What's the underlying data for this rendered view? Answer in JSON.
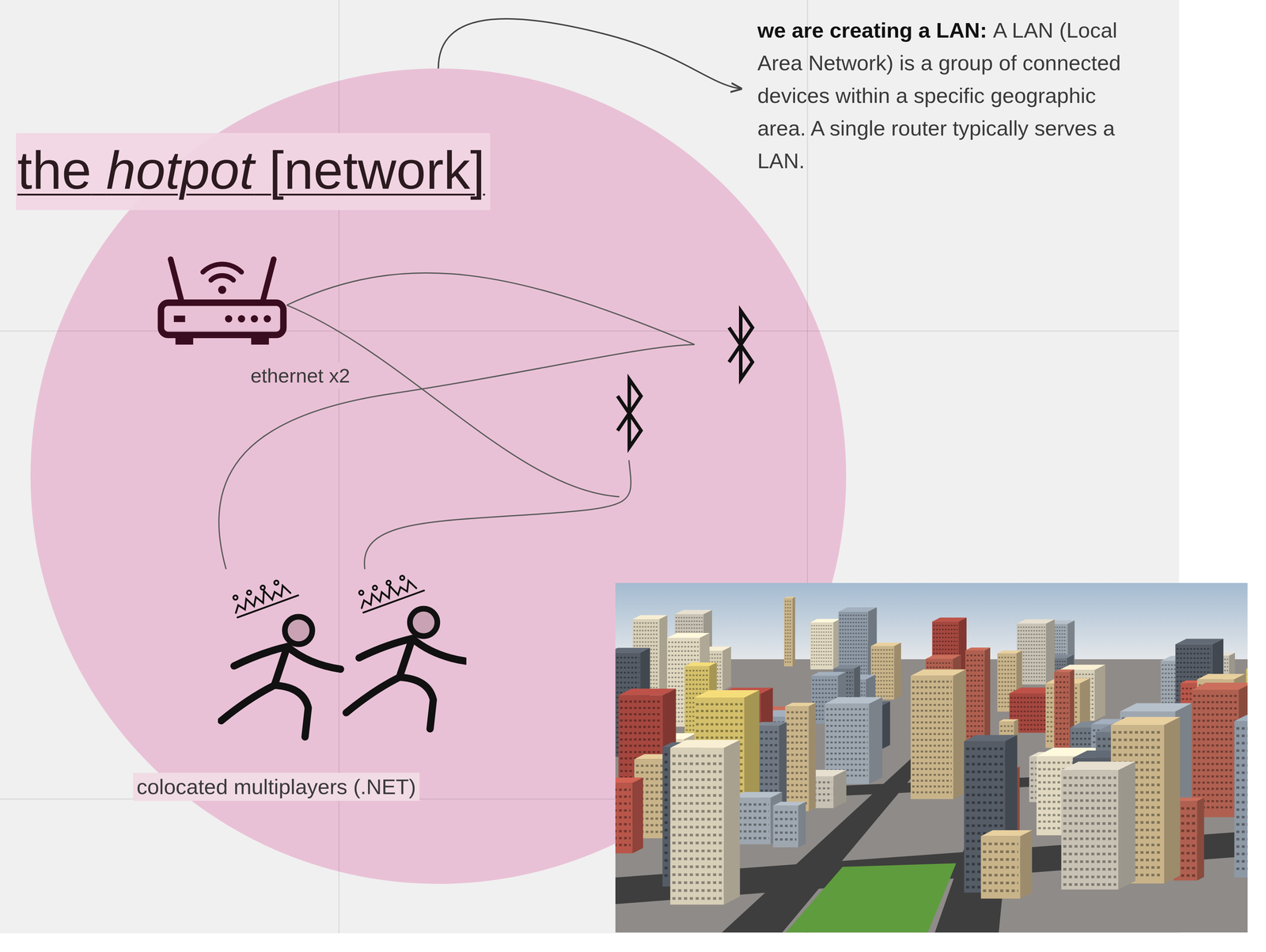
{
  "diagram": {
    "title": "the hotpot [network]",
    "nodes": [
      {
        "text": [
          "ethernet x2"
        ]
      },
      {
        "text": [
          "colocated multiplayers (.NET)"
        ]
      }
    ],
    "labels": [
      "we are creating a LAN:",
      "A LAN (Local Area Network) is a group of connected devices within a specific geographic area. A single router typically serves a LAN."
    ]
  }
}
